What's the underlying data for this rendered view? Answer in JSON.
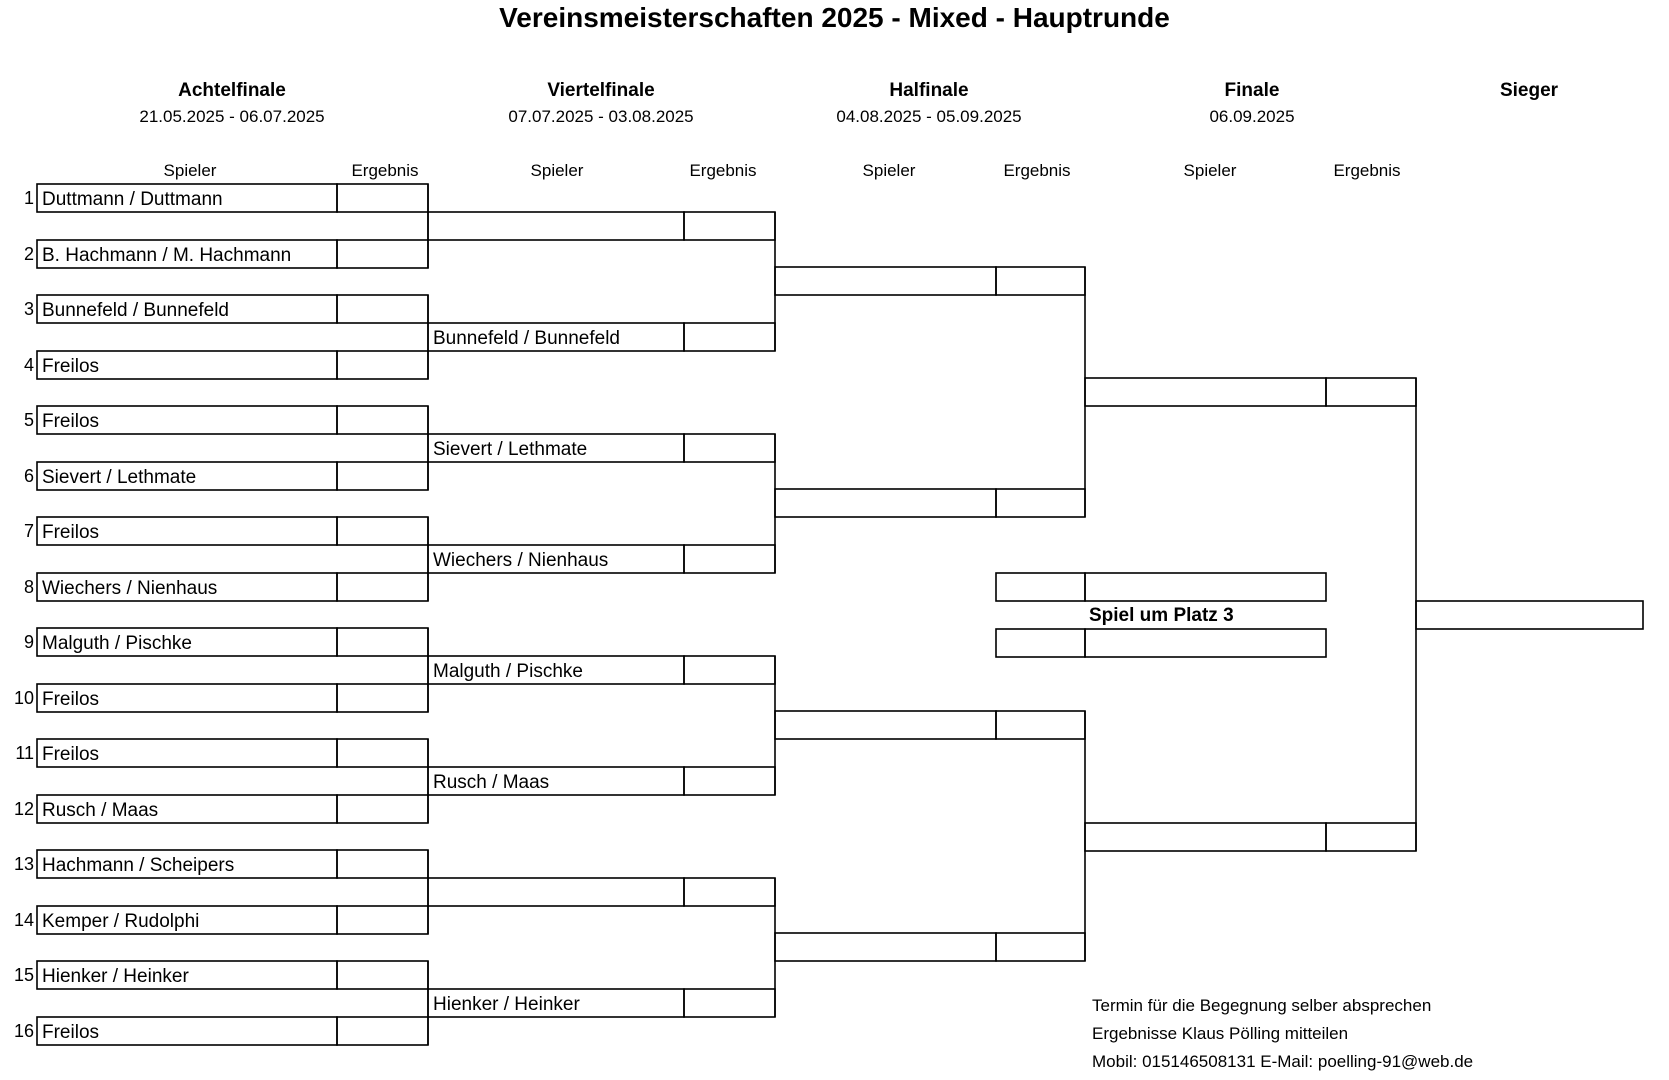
{
  "title": "Vereinsmeisterschaften 2025 - Mixed - Hauptrunde",
  "rounds": [
    {
      "name": "Achtelfinale",
      "dates": "21.05.2025 - 06.07.2025"
    },
    {
      "name": "Viertelfinale",
      "dates": "07.07.2025 - 03.08.2025"
    },
    {
      "name": "Halfinale",
      "dates": "04.08.2025 - 05.09.2025"
    },
    {
      "name": "Finale",
      "dates": "06.09.2025"
    },
    {
      "name": "Sieger",
      "dates": ""
    }
  ],
  "columns": {
    "player": "Spieler",
    "result": "Ergebnis"
  },
  "r16": [
    {
      "seed": "1",
      "player": "Duttmann / Duttmann"
    },
    {
      "seed": "2",
      "player": "B. Hachmann / M. Hachmann"
    },
    {
      "seed": "3",
      "player": "Bunnefeld / Bunnefeld"
    },
    {
      "seed": "4",
      "player": "Freilos"
    },
    {
      "seed": "5",
      "player": "Freilos"
    },
    {
      "seed": "6",
      "player": "Sievert / Lethmate"
    },
    {
      "seed": "7",
      "player": "Freilos"
    },
    {
      "seed": "8",
      "player": "Wiechers / Nienhaus"
    },
    {
      "seed": "9",
      "player": "Malguth / Pischke"
    },
    {
      "seed": "10",
      "player": "Freilos"
    },
    {
      "seed": "11",
      "player": "Freilos"
    },
    {
      "seed": "12",
      "player": "Rusch / Maas"
    },
    {
      "seed": "13",
      "player": "Hachmann / Scheipers"
    },
    {
      "seed": "14",
      "player": "Kemper / Rudolphi"
    },
    {
      "seed": "15",
      "player": "Hienker / Heinker"
    },
    {
      "seed": "16",
      "player": "Freilos"
    }
  ],
  "qf": [
    {
      "player": ""
    },
    {
      "player": "Bunnefeld / Bunnefeld"
    },
    {
      "player": "Sievert / Lethmate"
    },
    {
      "player": "Wiechers / Nienhaus"
    },
    {
      "player": "Malguth / Pischke"
    },
    {
      "player": "Rusch / Maas"
    },
    {
      "player": ""
    },
    {
      "player": "Hienker / Heinker"
    }
  ],
  "sf": [
    {
      "player": ""
    },
    {
      "player": ""
    },
    {
      "player": ""
    },
    {
      "player": ""
    }
  ],
  "final": [
    {
      "player": ""
    },
    {
      "player": ""
    }
  ],
  "third_place": {
    "label": "Spiel um Platz 3",
    "players": [
      "",
      ""
    ]
  },
  "winner": "",
  "footer": {
    "line1": "Termin für die Begegnung selber absprechen",
    "line2": "Ergebnisse Klaus Pölling mitteilen",
    "line3": "Mobil: 015146508131   E-Mail: poelling-91@web.de"
  }
}
